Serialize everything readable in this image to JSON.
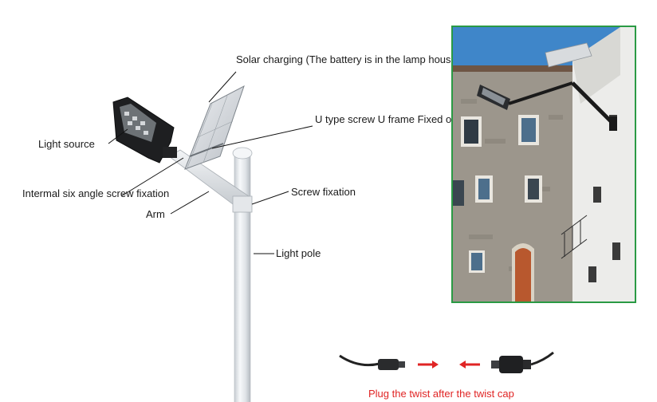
{
  "labels": {
    "solar_line1": "Solar charging",
    "solar_line2": "(The battery is in the lamp housing)",
    "u_frame_line1": "U type screw U frame",
    "u_frame_line2": "Fixed on the arm",
    "light_source": "Light source",
    "six_angle_line1": "Intermal six angle",
    "six_angle_line2": "screw fixation",
    "screw_fixation": "Screw fixation",
    "arm": "Arm",
    "light_pole": "Light pole"
  },
  "caption": "Plug the twist after the twist cap",
  "colors": {
    "photo_border": "#2a9a44",
    "caption": "#e02424",
    "arrow": "#e02424"
  },
  "icons": {
    "left_cable": "cable-plug-icon",
    "right_cable": "cable-socket-icon",
    "arrow_right": "arrow-right-icon",
    "arrow_left": "arrow-left-icon"
  }
}
